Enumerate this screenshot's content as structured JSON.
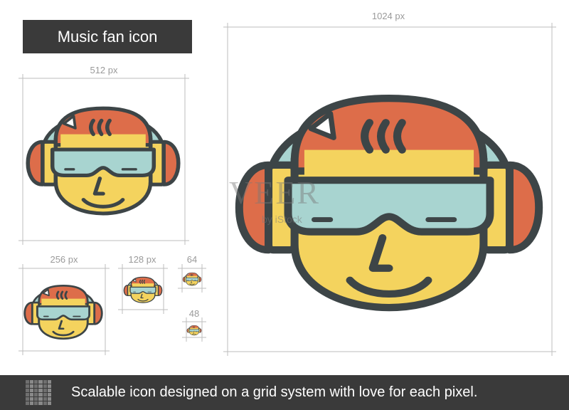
{
  "title": "Music fan icon",
  "sizes": {
    "s1024": "1024 px",
    "s512": "512 px",
    "s256": "256 px",
    "s128": "128 px",
    "s64": "64",
    "s48": "48"
  },
  "watermark": {
    "main": "VEER",
    "sub": "by iStock"
  },
  "footer": {
    "text": "Scalable icon designed on a grid system with love for each pixel."
  },
  "colors": {
    "outline": "#3d4547",
    "headphones": "#a8d4d0",
    "hair": "#dd6d4a",
    "face": "#f4d35e",
    "glasses": "#a8d4d0",
    "guides": "#bdbdbd",
    "dark": "#3a3a3a"
  }
}
